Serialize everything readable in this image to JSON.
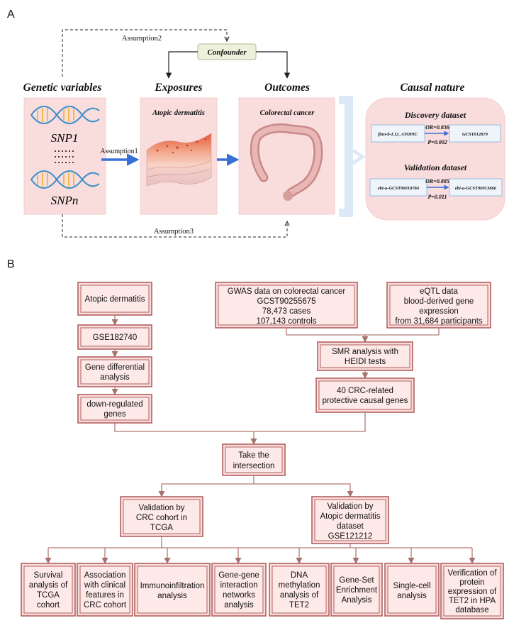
{
  "panel_a": {
    "label": "A",
    "headers": {
      "genetic": "Genetic variables",
      "exposures": "Exposures",
      "outcomes": "Outcomes",
      "causal": "Causal nature"
    },
    "confounder": "Confounder",
    "assumptions": {
      "a1": "Assumption1",
      "a2": "Assumption2",
      "a3": "Assumption3"
    },
    "snp1": "SNP1",
    "snp_dots": ":::::::",
    "snpn": "SNPn",
    "exposure_title": "Atopic dermatitis",
    "outcome_title": "Colorectal cancer",
    "discovery": {
      "title": "Discovery dataset",
      "left_id": "finn-b-L12_ATOPIC",
      "right_id": "GCST012879",
      "or": "OR=0.836",
      "p": "P=0.002"
    },
    "validation": {
      "title": "Validation dataset",
      "left_id": "ebi-a-GCST90018784",
      "right_id": "ebi-a-GCST90013866",
      "or": "OR=0.885",
      "p": "P=0.011"
    }
  },
  "panel_b": {
    "label": "B",
    "atopic": "Atopic dermatitis",
    "gse182740": "GSE182740",
    "gene_diff": [
      "Gene differential",
      "analysis"
    ],
    "down_reg": [
      "down-regulated",
      "genes"
    ],
    "gwas": [
      "GWAS data on colorectal cancer",
      "GCST90255675",
      "78,473 cases",
      "107,143 controls"
    ],
    "eqtl": [
      "eQTL data",
      "blood-derived gene",
      "expression",
      "from 31,684 participants"
    ],
    "smr": [
      "SMR analysis with",
      "HEIDI tests"
    ],
    "crc_genes": [
      "40  CRC-related",
      "protective causal genes"
    ],
    "intersection": [
      "Take the",
      "intersection"
    ],
    "val_crc": [
      "Validation by",
      "CRC cohort in",
      "TCGA"
    ],
    "val_ad": [
      "Validation by",
      "Atopic dermatitis",
      "dataset",
      "GSE121212"
    ],
    "bottom": [
      [
        "Survival",
        "analysis of",
        "TCGA",
        "cohort"
      ],
      [
        "Association",
        "with clinical",
        "features in",
        "CRC cohort"
      ],
      [
        "Immunoinfiltration",
        "analysis"
      ],
      [
        "Gene-gene",
        "interaction",
        "networks",
        "analysis"
      ],
      [
        "DNA",
        "methylation",
        "analysis of",
        "TET2"
      ],
      [
        "Gene-Set",
        "Enrichment",
        "Analysis"
      ],
      [
        "Single-cell",
        "analysis"
      ],
      [
        "Verification of",
        "protein",
        "expression of",
        "TET2 in HPA",
        "database"
      ]
    ]
  },
  "colors": {
    "box_fill": "#f7dcdc",
    "box_stroke": "#b4605e",
    "panel_fill": "#f9dcdc",
    "arrow_blue": "#3b6fd8",
    "confounder_fill": "#eef0dc"
  }
}
